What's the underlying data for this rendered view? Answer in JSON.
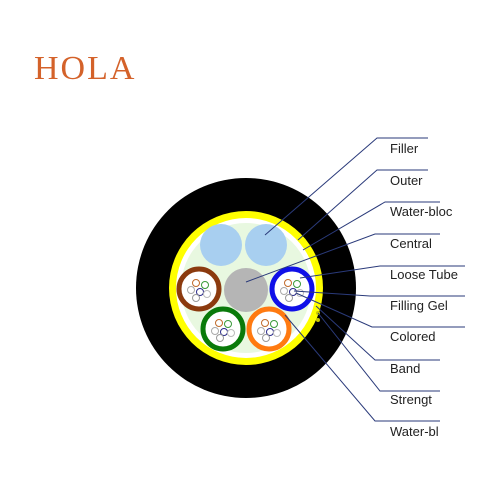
{
  "brand": {
    "logo_text": "HOLA",
    "logo_color": "#d4622a"
  },
  "colors": {
    "outer_sheath": "#000000",
    "yellow_band": "#ffff00",
    "filling": "#e8f8e0",
    "filler": "#a8cff0",
    "central": "#b5b5b5",
    "leader_line": "#2a3a7a",
    "tube_brown": "#8b3a0e",
    "tube_blue": "#1010e8",
    "tube_green": "#0a7a0a",
    "tube_orange": "#ff7a10"
  },
  "labels": [
    {
      "id": "filler",
      "text": "Filler"
    },
    {
      "id": "outer",
      "text": "Outer"
    },
    {
      "id": "water-blocking",
      "text": "Water-bloc"
    },
    {
      "id": "central",
      "text": "Central"
    },
    {
      "id": "loose-tube",
      "text": "Loose Tube"
    },
    {
      "id": "filling-gel",
      "text": "Filling Gel"
    },
    {
      "id": "colored",
      "text": "Colored"
    },
    {
      "id": "band",
      "text": "Band"
    },
    {
      "id": "strength",
      "text": "Strengt"
    },
    {
      "id": "water-bl",
      "text": "Water-bl"
    }
  ]
}
